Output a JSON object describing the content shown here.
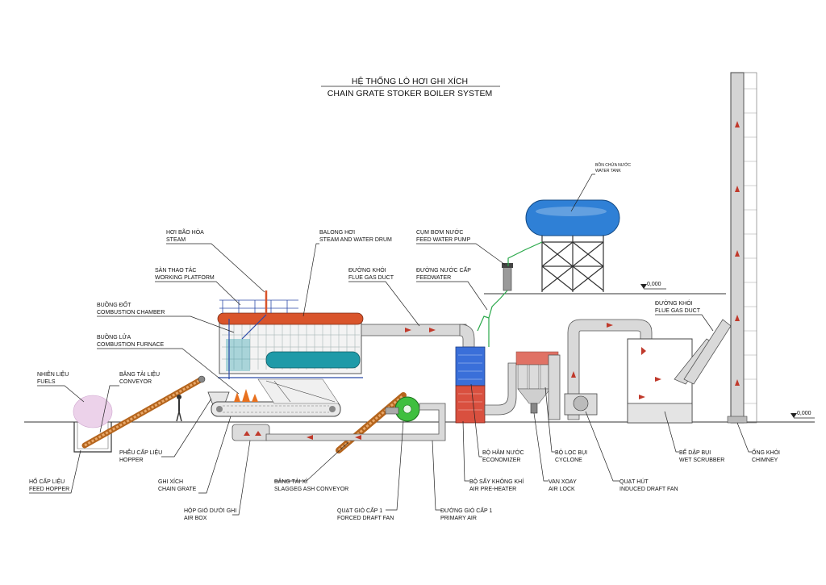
{
  "title": {
    "vi": "HỆ THỐNG LÒ HƠI GHI XÍCH",
    "en": "CHAIN GRATE STOKER BOILER SYSTEM"
  },
  "labels": {
    "steam": {
      "vi": "HƠI BÃO HÒA",
      "en": "STEAM"
    },
    "platform": {
      "vi": "SÀN THAO TÁC",
      "en": "WORKING PLATFORM"
    },
    "combustion_chamber": {
      "vi": "BUỒNG ĐỐT",
      "en": "COMBUSTION CHAMBER"
    },
    "combustion_furnace": {
      "vi": "BUỒNG LỬA",
      "en": "COMBUSTION FURNACE"
    },
    "fuels": {
      "vi": "NHIÊN LIỆU",
      "en": "FUELS"
    },
    "conveyor": {
      "vi": "BĂNG TẢI LIỆU",
      "en": "CONVEYOR"
    },
    "hopper": {
      "vi": "PHỄU CẤP LIỆU",
      "en": "HOPPER"
    },
    "feed_hopper": {
      "vi": "HỐ CẤP LIỆU",
      "en": "FEED HOPPER"
    },
    "chain_grate": {
      "vi": "GHI XÍCH",
      "en": "CHAIN GRATE"
    },
    "air_box": {
      "vi": "HỘP GIÓ DƯỚI GHI",
      "en": "AIR BOX"
    },
    "drum": {
      "vi": "BALONG HƠI",
      "en": "STEAM AND WATER DRUM"
    },
    "flue_gas_duct_1": {
      "vi": "ĐƯỜNG KHÓI",
      "en": "FLUE GAS DUCT"
    },
    "feed_water_pump": {
      "vi": "CỤM BƠM NƯỚC",
      "en": "FEED WATER PUMP"
    },
    "feedwater": {
      "vi": "ĐƯỜNG NƯỚC CẤP",
      "en": "FEEDWATER"
    },
    "water_tank": {
      "vi": "BỒN CHỨA NƯỚC",
      "en": "WATER TANK"
    },
    "level_1": "0,000",
    "level_2": "0,000",
    "flue_gas_duct_2": {
      "vi": "ĐƯỜNG KHÓI",
      "en": "FLUE GAS DUCT"
    },
    "slag_conveyor": {
      "vi": "BĂNG TẢI XỈ",
      "en": "SLAGGEG ASH CONVEYOR"
    },
    "forced_fan": {
      "vi": "QUẠT GIÓ CẤP 1",
      "en": "FORCED DRAFT FAN"
    },
    "primary_air": {
      "vi": "ĐƯỜNG GIÓ CẤP 1",
      "en": "PRIMARY AIR"
    },
    "economizer": {
      "vi": "BỘ HÂM NƯỚC",
      "en": "ECONOMIZER"
    },
    "air_preheater": {
      "vi": "BỘ SẤY KHÔNG KHÍ",
      "en": "AIR PRE-HEATER"
    },
    "cyclone": {
      "vi": "BỘ LỌC BỤI",
      "en": "CYCLONE"
    },
    "air_lock": {
      "vi": "VAN XOAY",
      "en": "AIR LOCK"
    },
    "induced_fan": {
      "vi": "QUẠT HÚT",
      "en": "INDUCED DRAFT FAN"
    },
    "wet_scrubber": {
      "vi": "BỂ DẬP BỤI",
      "en": "WET SCRUBBER"
    },
    "chimney": {
      "vi": "ỐNG KHÓI",
      "en": "CHIMNEY"
    }
  },
  "colors": {
    "drum_red": "#d9542b",
    "tank_blue": "#2f80d6",
    "economizer_blue": "#3a6fd9",
    "preheater_red": "#d9503f",
    "furnace_teal": "#1f9aa8",
    "fan_green": "#3fbf3f",
    "flow_arrow": "#c0392b"
  }
}
